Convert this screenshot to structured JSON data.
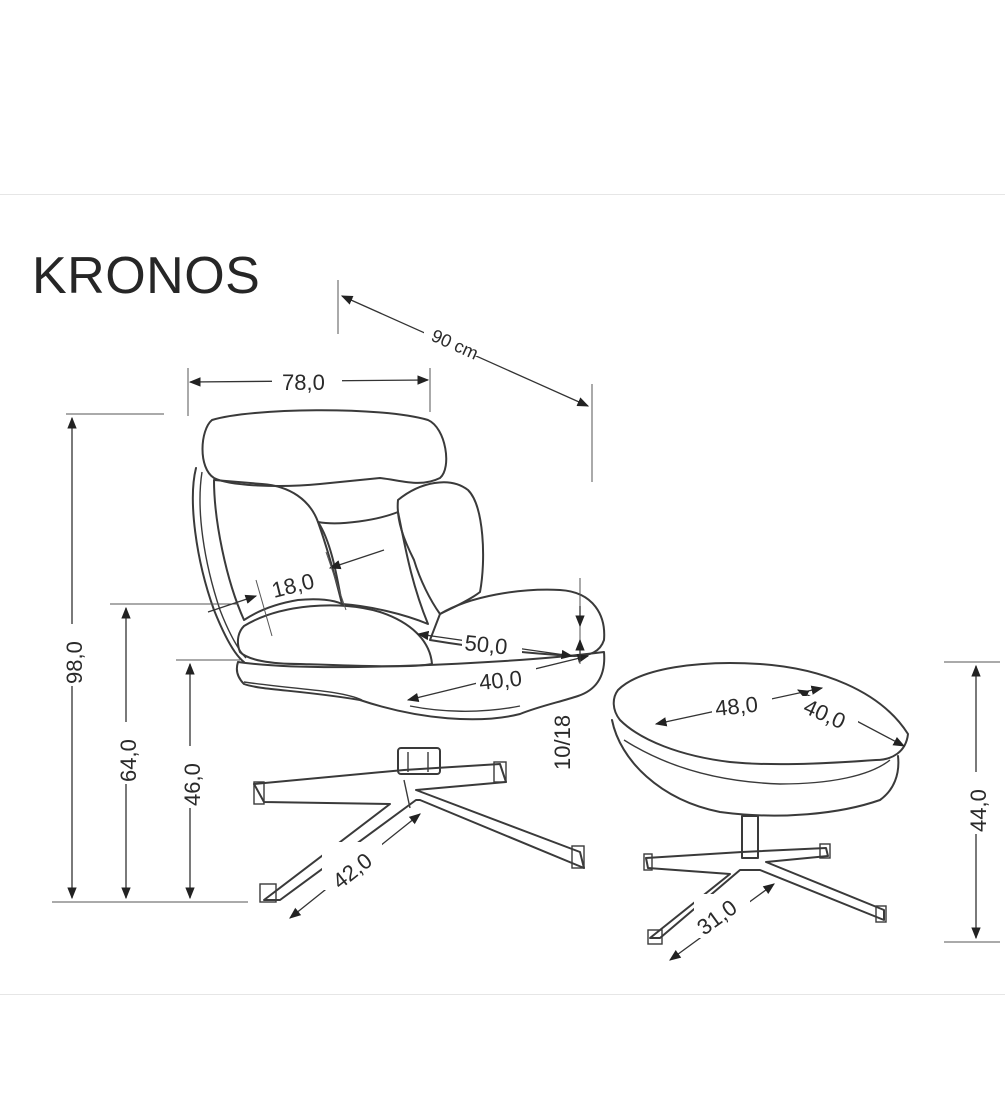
{
  "product": {
    "name": "KRONOS"
  },
  "dimensions": {
    "depth": "90 cm",
    "width": "78,0",
    "total_height": "98,0",
    "armrest_height": "64,0",
    "seat_height": "46,0",
    "backrest_gap": "18,0",
    "seat_width": "50,0",
    "seat_depth": "40,0",
    "seat_adjust": "10/18",
    "base_diameter": "42,0",
    "ottoman_width": "48,0",
    "ottoman_depth": "40,0",
    "ottoman_height": "44,0",
    "ottoman_base": "31,0"
  }
}
